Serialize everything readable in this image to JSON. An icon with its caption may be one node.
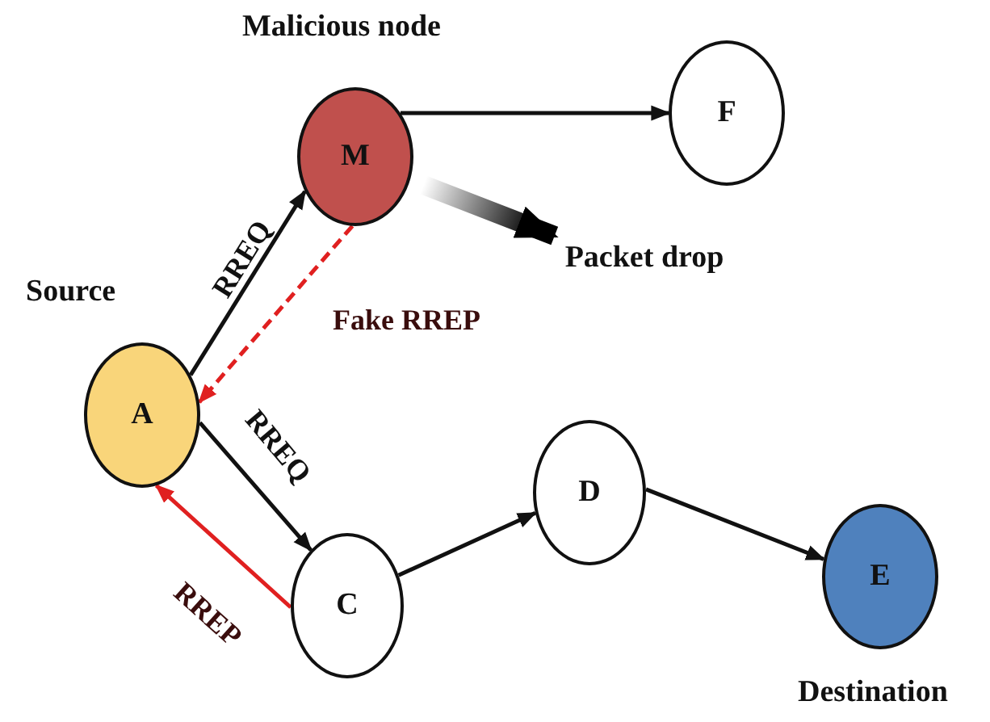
{
  "diagram": {
    "nodes": [
      {
        "text": [
          "M"
        ],
        "beside": [
          "Malicious node"
        ]
      },
      {
        "text": [
          "F"
        ]
      },
      {
        "text": [
          "Packet drop"
        ]
      },
      {
        "text": [
          "A"
        ],
        "beside": [
          "Source"
        ]
      },
      {
        "text": [
          "D"
        ]
      },
      {
        "text": [
          "C"
        ]
      },
      {
        "text": [
          "E"
        ],
        "beside": [
          "Destination"
        ]
      }
    ],
    "edges": [
      {
        "from": 3,
        "to": 0,
        "arrow": "to",
        "label": "RREQ"
      },
      {
        "from": 0,
        "to": 3,
        "arrow": "to",
        "label": "Fake RREP",
        "style": "dashed",
        "color": "#e02020"
      },
      {
        "from": 3,
        "to": 5,
        "arrow": "to",
        "label": "RREQ"
      },
      {
        "from": 5,
        "to": 3,
        "arrow": "to",
        "label": "RREP",
        "color": "#e02020"
      },
      {
        "from": 0,
        "to": 1,
        "arrow": "to"
      },
      {
        "from": 5,
        "to": 4,
        "arrow": "to"
      },
      {
        "from": 4,
        "to": 6,
        "arrow": "to"
      },
      {
        "from": 0,
        "to": 2,
        "arrow": "to",
        "style": "thick"
      }
    ]
  }
}
